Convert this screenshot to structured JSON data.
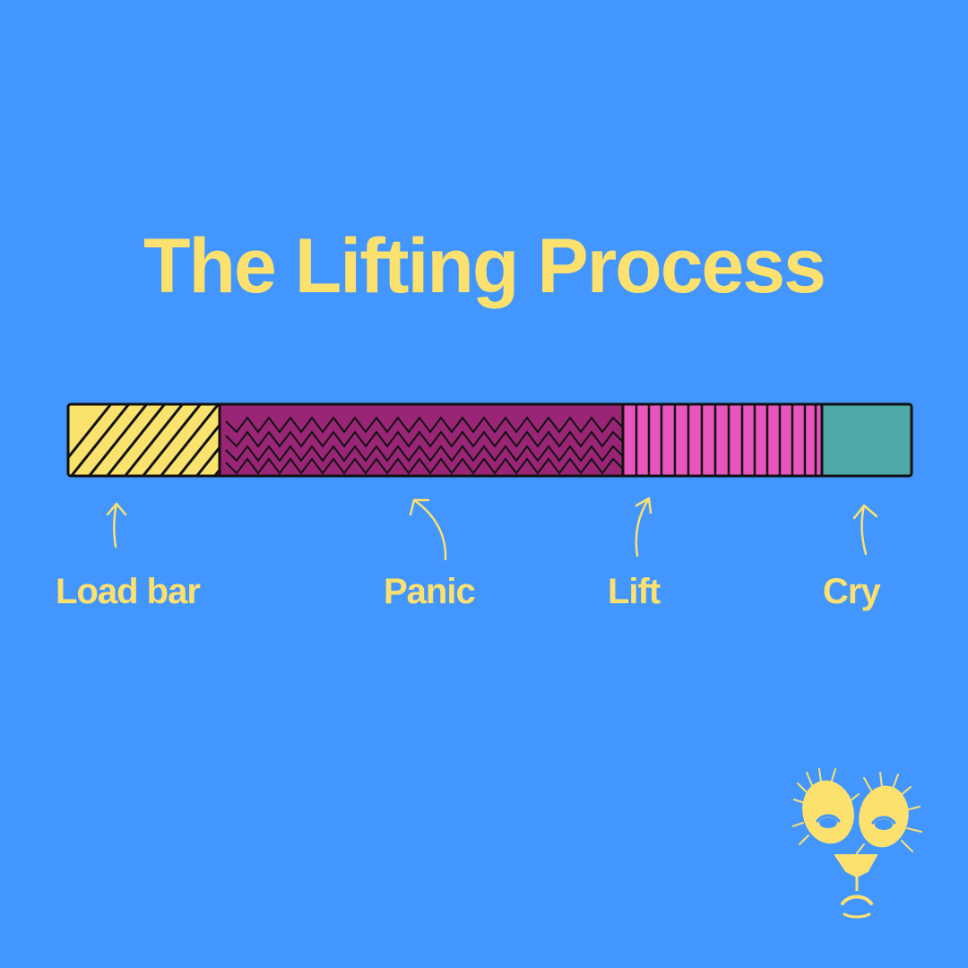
{
  "title": "The Lifting Process",
  "colors": {
    "background": "#4296fd",
    "title_text": "#fce16f",
    "label_text": "#fce16f",
    "outline": "#111111",
    "load_segment": "#f9e36c",
    "panic_segment": "#9a2577",
    "lift_segment": "#e955be",
    "cry_segment": "#4fa9a9"
  },
  "labels": {
    "load": "Load bar",
    "panic": "Panic",
    "lift": "Lift",
    "cry": "Cry"
  },
  "segments": [
    {
      "key": "load",
      "share": 0.18
    },
    {
      "key": "panic",
      "share": 0.475
    },
    {
      "key": "lift",
      "share": 0.235
    },
    {
      "key": "cry",
      "share": 0.11
    }
  ],
  "icons": {
    "arrows": "up-arrow-icon",
    "mascot": "sleepy-lion-face-icon"
  }
}
